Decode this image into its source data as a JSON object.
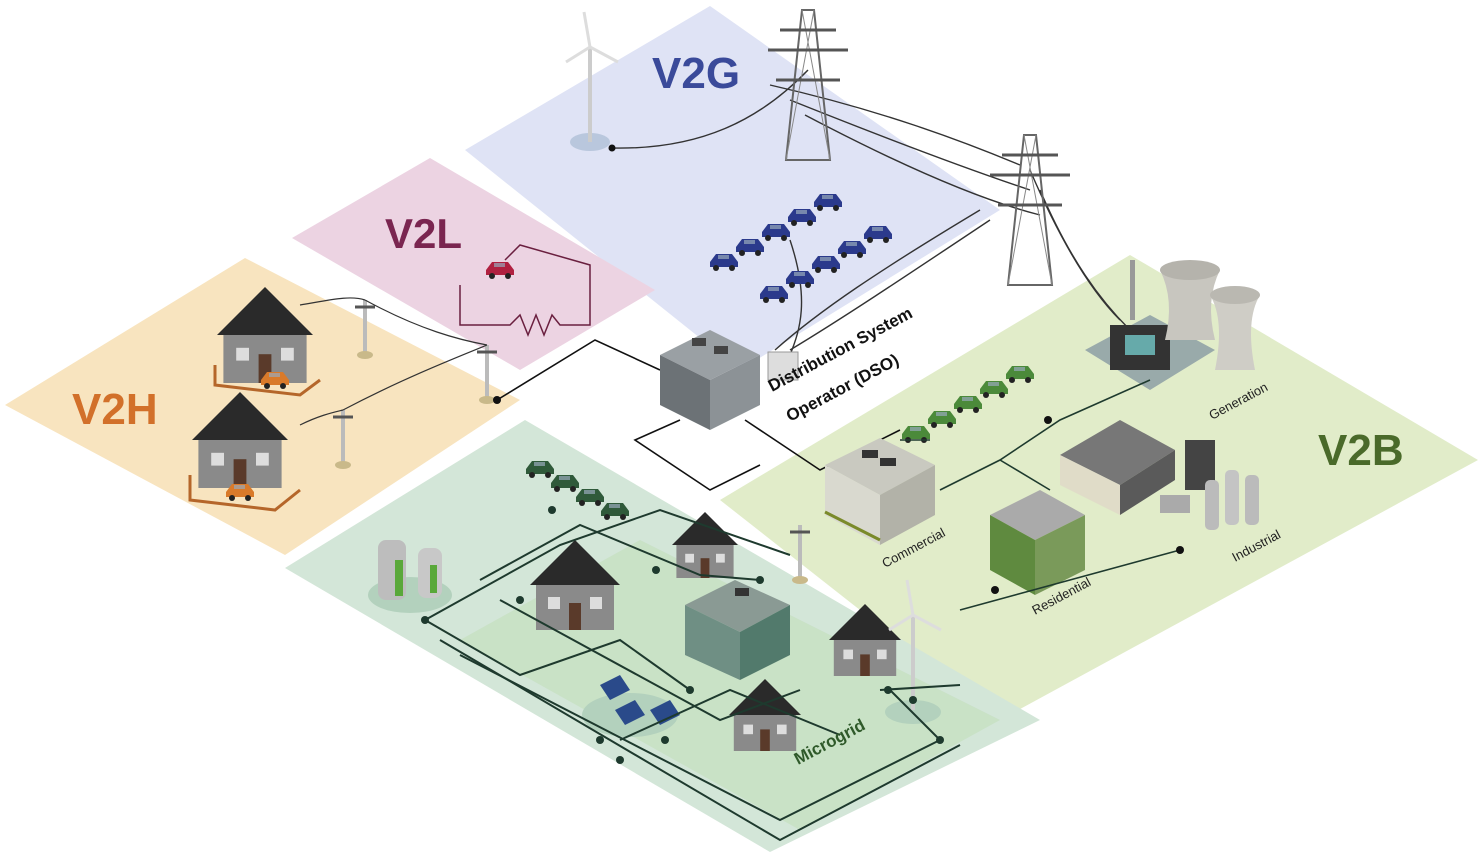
{
  "zones": {
    "v2g": {
      "label": "V2G",
      "color": "#3a4a9a"
    },
    "v2l": {
      "label": "V2L",
      "color": "#7a2550"
    },
    "v2h": {
      "label": "V2H",
      "color": "#d2702a"
    },
    "v2b": {
      "label": "V2B",
      "color": "#4a6a2a"
    }
  },
  "dso": {
    "line1": "Distribution System",
    "line2": "Operator (DSO)"
  },
  "buildings": {
    "generation": "Generation",
    "commercial": "Commercial",
    "residential": "Residential",
    "industrial": "Industrial"
  },
  "microgrid": {
    "label": "Microgrid"
  },
  "colors": {
    "v2g_plane": "#dfe3f5",
    "v2l_plane": "#ecd3e2",
    "v2h_plane": "#f8e4bf",
    "v2b_plane": "#e1ecc9",
    "microgrid_plane": "#d3e6d8",
    "ev_blue": "#2b3a8c",
    "ev_green": "#4b8a3a",
    "ev_dark_green": "#2f5a3a",
    "wire": "#1e3a2e"
  }
}
